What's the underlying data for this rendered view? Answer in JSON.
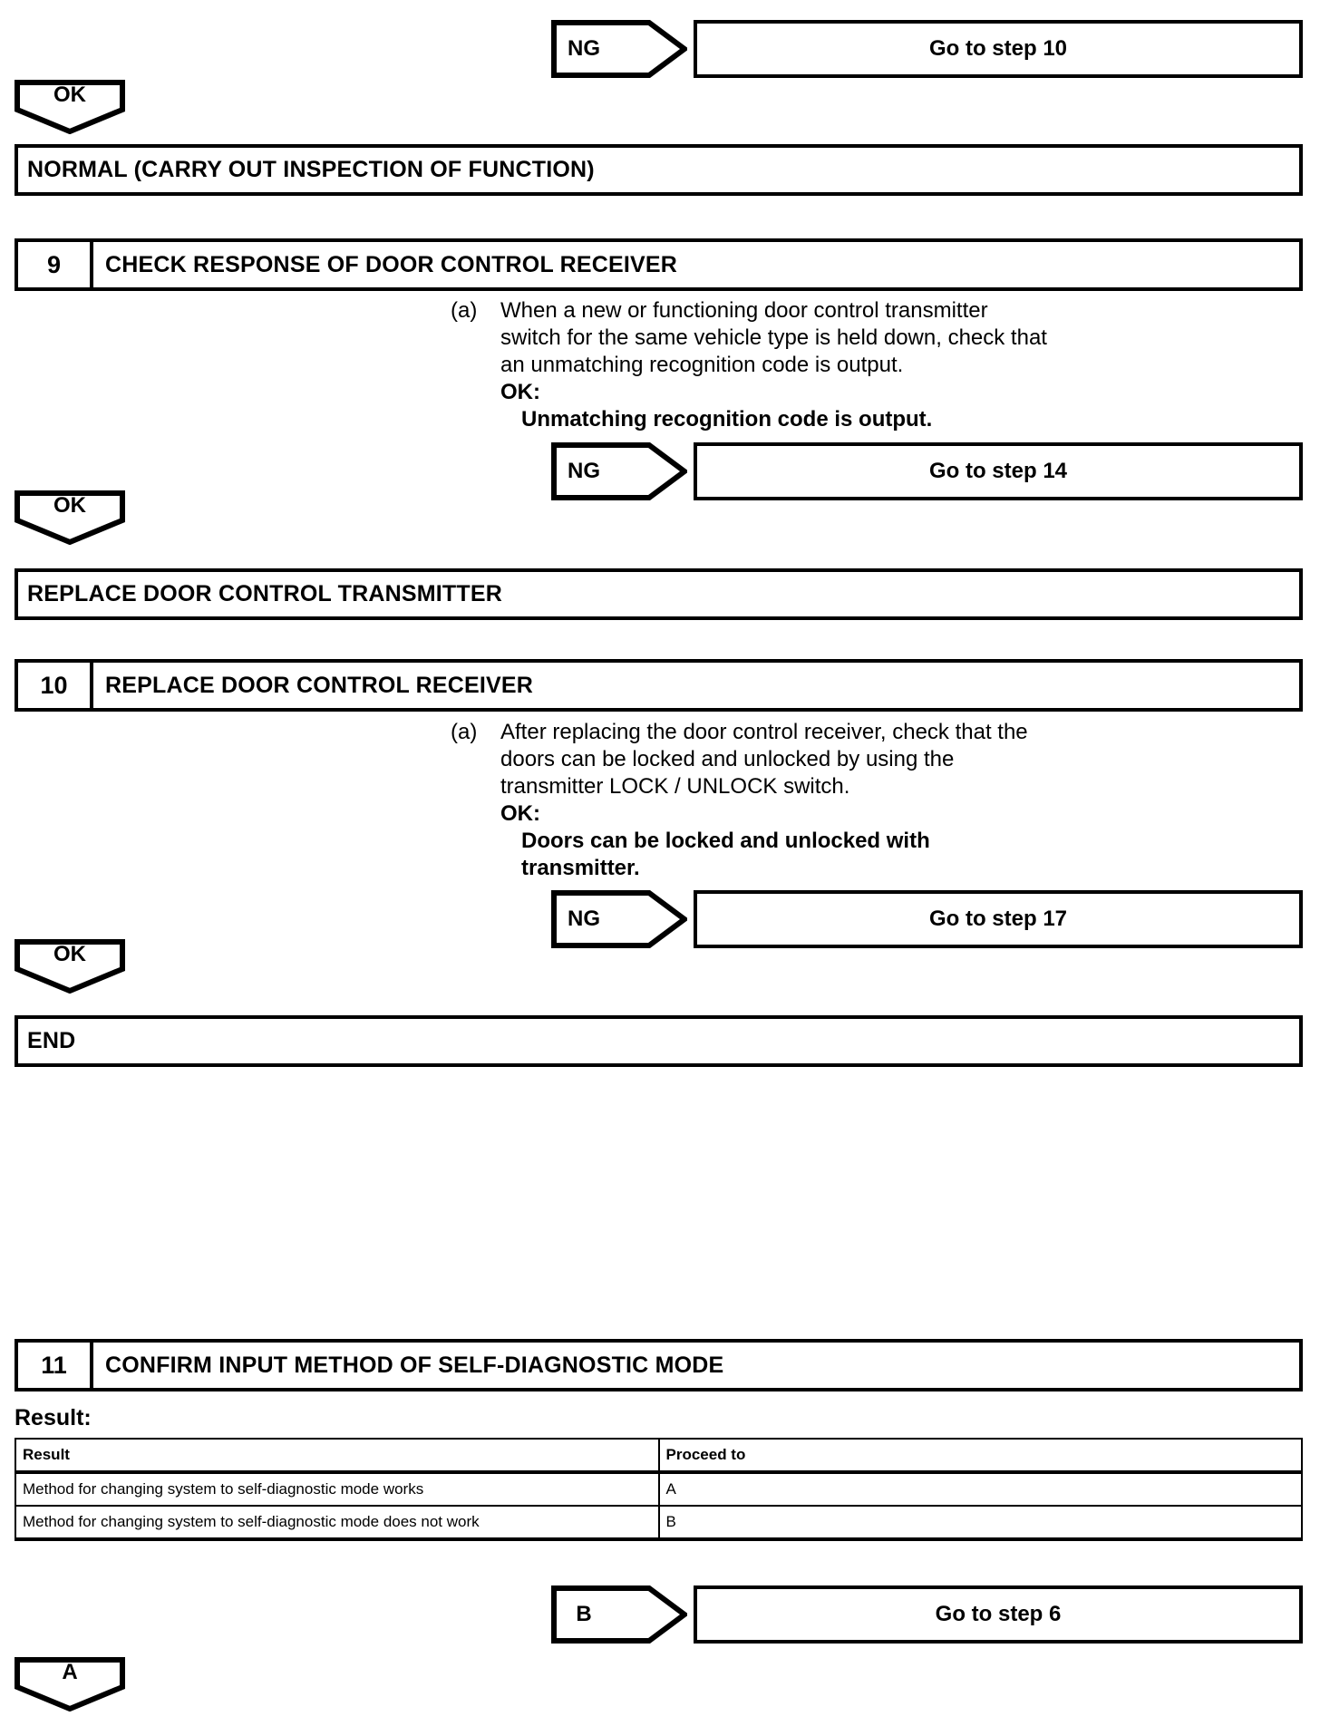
{
  "document": {
    "type": "troubleshooting-flowchart",
    "title": "Door Control Receiver / Transmitter Diagnostic Flowchart"
  },
  "nodes": {
    "ng_step10": {
      "tag": "NG",
      "goto": "Go to step 10"
    },
    "ok_1": {
      "tag": "OK"
    },
    "normal_bar": {
      "label": "NORMAL (CARRY OUT INSPECTION OF FUNCTION)"
    },
    "step9": {
      "number": "9",
      "title": "CHECK RESPONSE OF DOOR CONTROL RECEIVER",
      "marker": "(a)",
      "lines": [
        "When a new or functioning door control transmitter",
        "switch for the same vehicle type is held down, check that",
        "an unmatching recognition code is output."
      ],
      "ok_label": "OK:",
      "ok_value": "Unmatching recognition code is output."
    },
    "ng_step14": {
      "tag": "NG",
      "goto": "Go to step 14"
    },
    "ok_2": {
      "tag": "OK"
    },
    "replace_transmitter_bar": {
      "label": "REPLACE DOOR CONTROL TRANSMITTER"
    },
    "step10": {
      "number": "10",
      "title": "REPLACE DOOR CONTROL RECEIVER",
      "marker": "(a)",
      "lines": [
        "After replacing the door control receiver, check that the",
        "doors can be locked and unlocked by using the",
        "transmitter LOCK / UNLOCK switch."
      ],
      "ok_label": "OK:",
      "ok_value_lines": [
        "Doors can be locked and unlocked with",
        "transmitter."
      ]
    },
    "ng_step17": {
      "tag": "NG",
      "goto": "Go to step 17"
    },
    "ok_3": {
      "tag": "OK"
    },
    "end_bar": {
      "label": "END"
    },
    "step11": {
      "number": "11",
      "title": "CONFIRM INPUT METHOD OF SELF-DIAGNOSTIC MODE",
      "result_heading": "Result:",
      "table": {
        "headers": [
          "Result",
          "Proceed to"
        ],
        "rows": [
          [
            "Method for changing system to self-diagnostic mode works",
            "A"
          ],
          [
            "Method for changing system to self-diagnostic mode does not work",
            "B"
          ]
        ]
      }
    },
    "b_step6": {
      "tag": "B",
      "goto": "Go to step 6"
    },
    "a_tag": {
      "tag": "A"
    }
  },
  "colors": {
    "ink": "#000000",
    "paper": "#ffffff"
  }
}
